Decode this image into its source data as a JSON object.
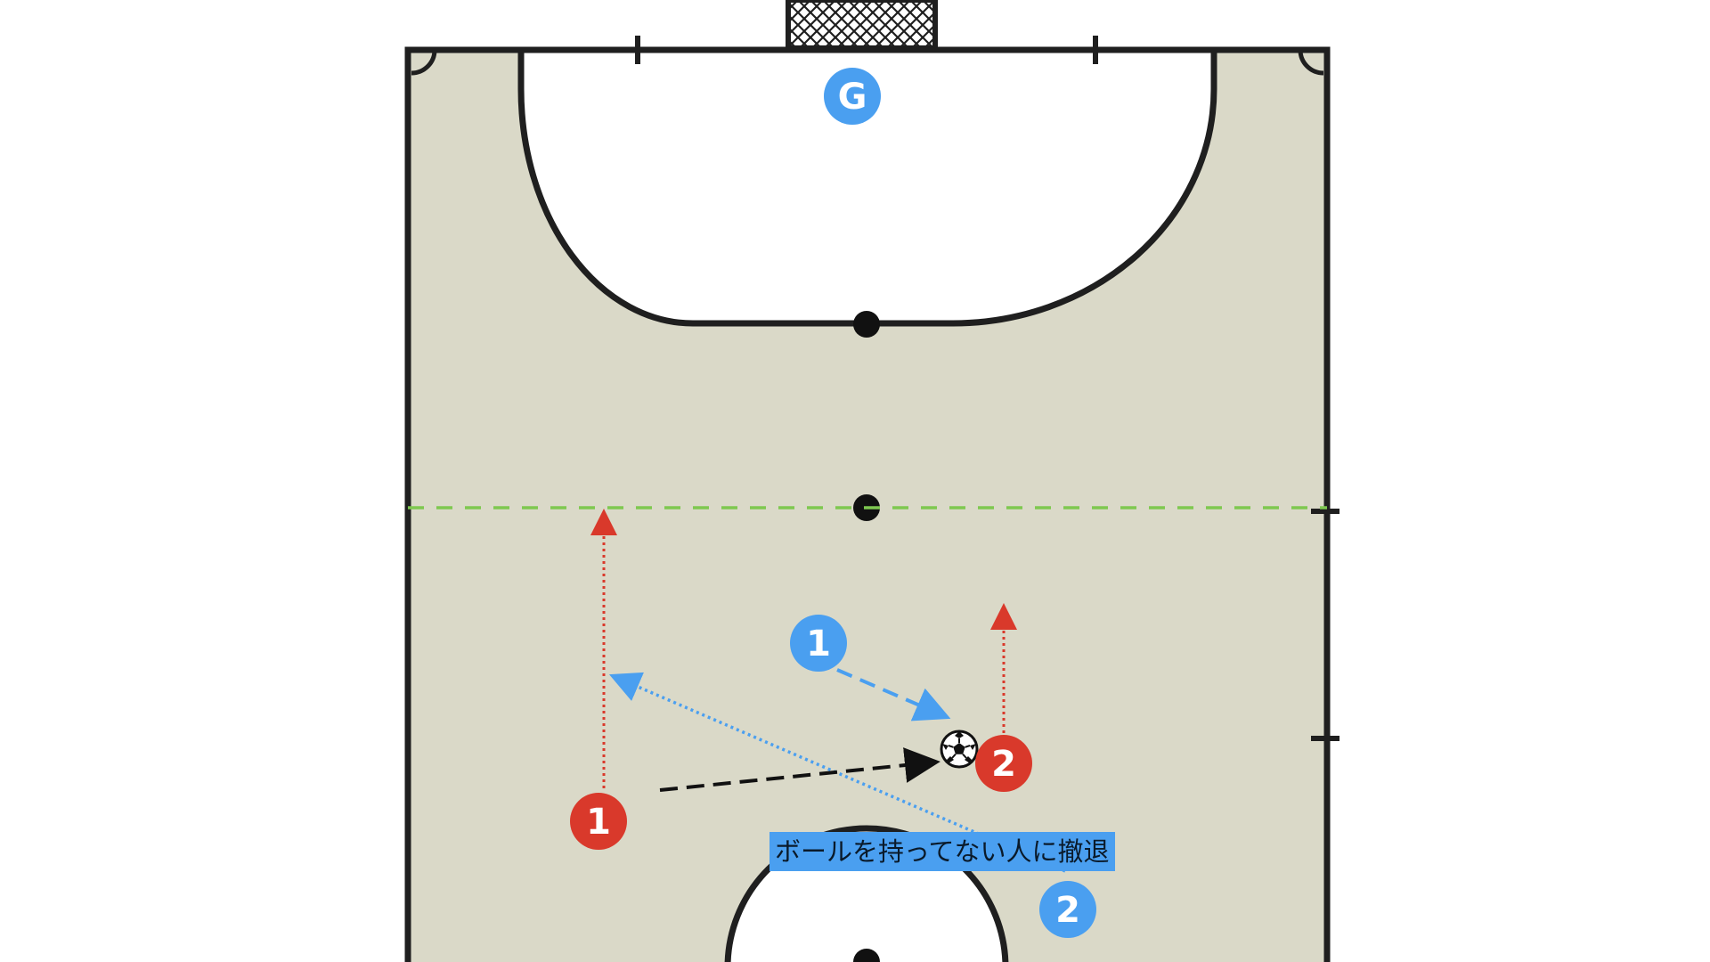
{
  "colors": {
    "court_fill": "#dad9c8",
    "court_line": "#1f1f1f",
    "penalty_area": "#ffffff",
    "attackers": "#d9392b",
    "defenders": "#4a9ff0",
    "offside_line": "#7ec850",
    "pass_arrow": "#111111",
    "caption_bg": "#4a9ff0"
  },
  "players": {
    "goalkeeper": {
      "label": "G",
      "team": "defense"
    },
    "defender_1": {
      "label": "1",
      "team": "defense"
    },
    "defender_2": {
      "label": "2",
      "team": "defense"
    },
    "attacker_1": {
      "label": "1",
      "team": "attack"
    },
    "attacker_2": {
      "label": "2",
      "team": "attack"
    }
  },
  "icons": {
    "ball": "soccer-ball-icon",
    "goal": "goal-net-icon"
  },
  "caption": {
    "text": "ボールを持ってない人に撤退"
  }
}
